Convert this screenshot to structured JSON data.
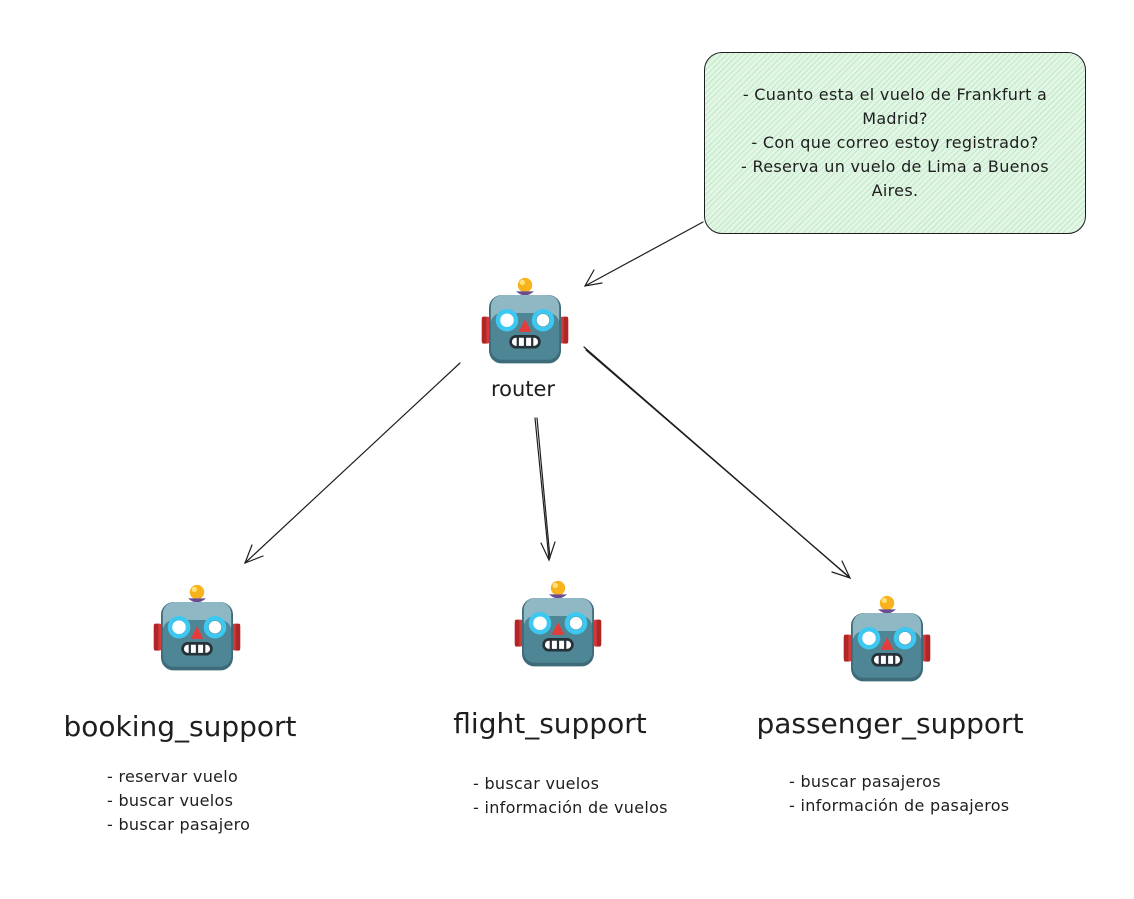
{
  "note": {
    "lines": [
      "- Cuanto esta el vuelo de Frankfurt a",
      "Madrid?",
      "- Con que correo estoy registrado?",
      "- Reserva un vuelo de Lima a Buenos",
      "Aires."
    ]
  },
  "router": {
    "label": "router"
  },
  "agents": [
    {
      "label": "booking_support",
      "items": [
        "- reservar vuelo",
        "- buscar vuelos",
        "- buscar pasajero"
      ]
    },
    {
      "label": "flight_support",
      "items": [
        "- buscar vuelos",
        "- información de vuelos"
      ]
    },
    {
      "label": "passenger_support",
      "items": [
        "- buscar pasajeros",
        "- información de pasajeros"
      ]
    }
  ],
  "icon": "robot-icon",
  "colors": {
    "note_fill": "#e3f6e6",
    "note_hatch": "#40c057",
    "stroke": "#1e1e1e"
  }
}
